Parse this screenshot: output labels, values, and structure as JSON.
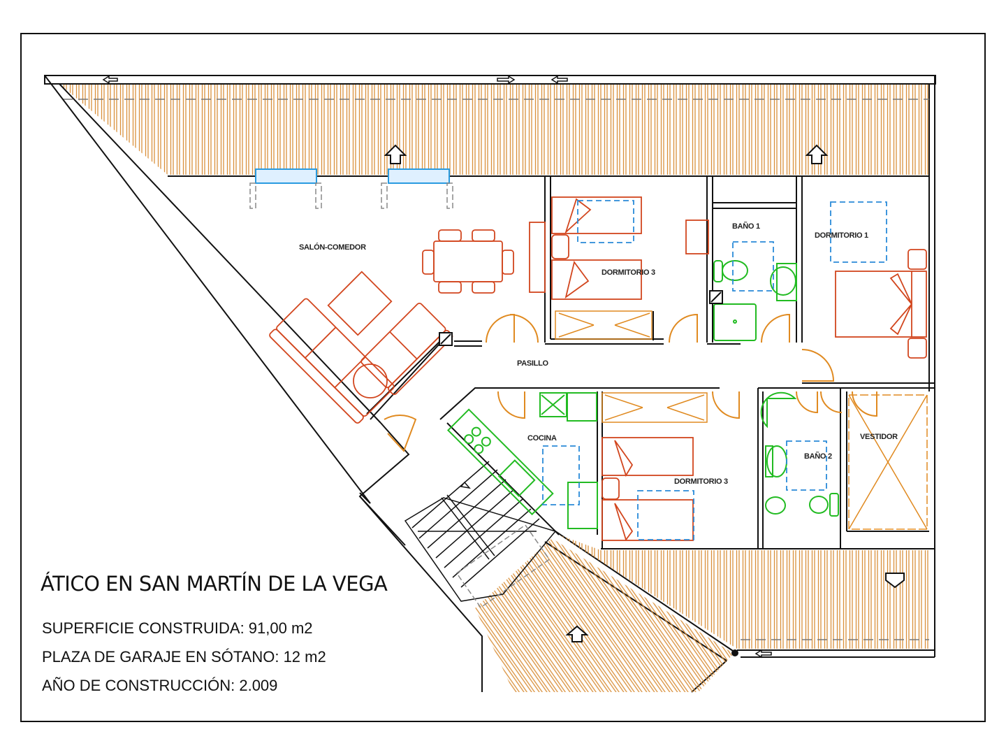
{
  "title": "ÁTICO EN SAN MARTÍN DE LA VEGA",
  "info": [
    "SUPERFICIE CONSTRUIDA: 91,00 m2",
    "PLAZA DE GARAJE EN SÓTANO: 12 m2",
    "AÑO DE CONSTRUCCIÓN: 2.009"
  ],
  "rooms": {
    "salon": "SALÓN-COMEDOR",
    "pasillo": "PASILLO",
    "dormitorio3_top": "DORMITORIO 3",
    "bano1": "BAÑO 1",
    "dormitorio1": "DORMITORIO 1",
    "cocina": "COCINA",
    "dormitorio3_bottom": "DORMITORIO 3",
    "bano2": "BAÑO 2",
    "vestidor": "VESTIDOR"
  },
  "colors": {
    "walls": "#111111",
    "furniture": "#d2461e",
    "sanitary": "#22bb22",
    "doors": "#e08a20",
    "decking": "#d9903a",
    "dashed": "#2a8ad8",
    "windows": "#2a9be0"
  }
}
